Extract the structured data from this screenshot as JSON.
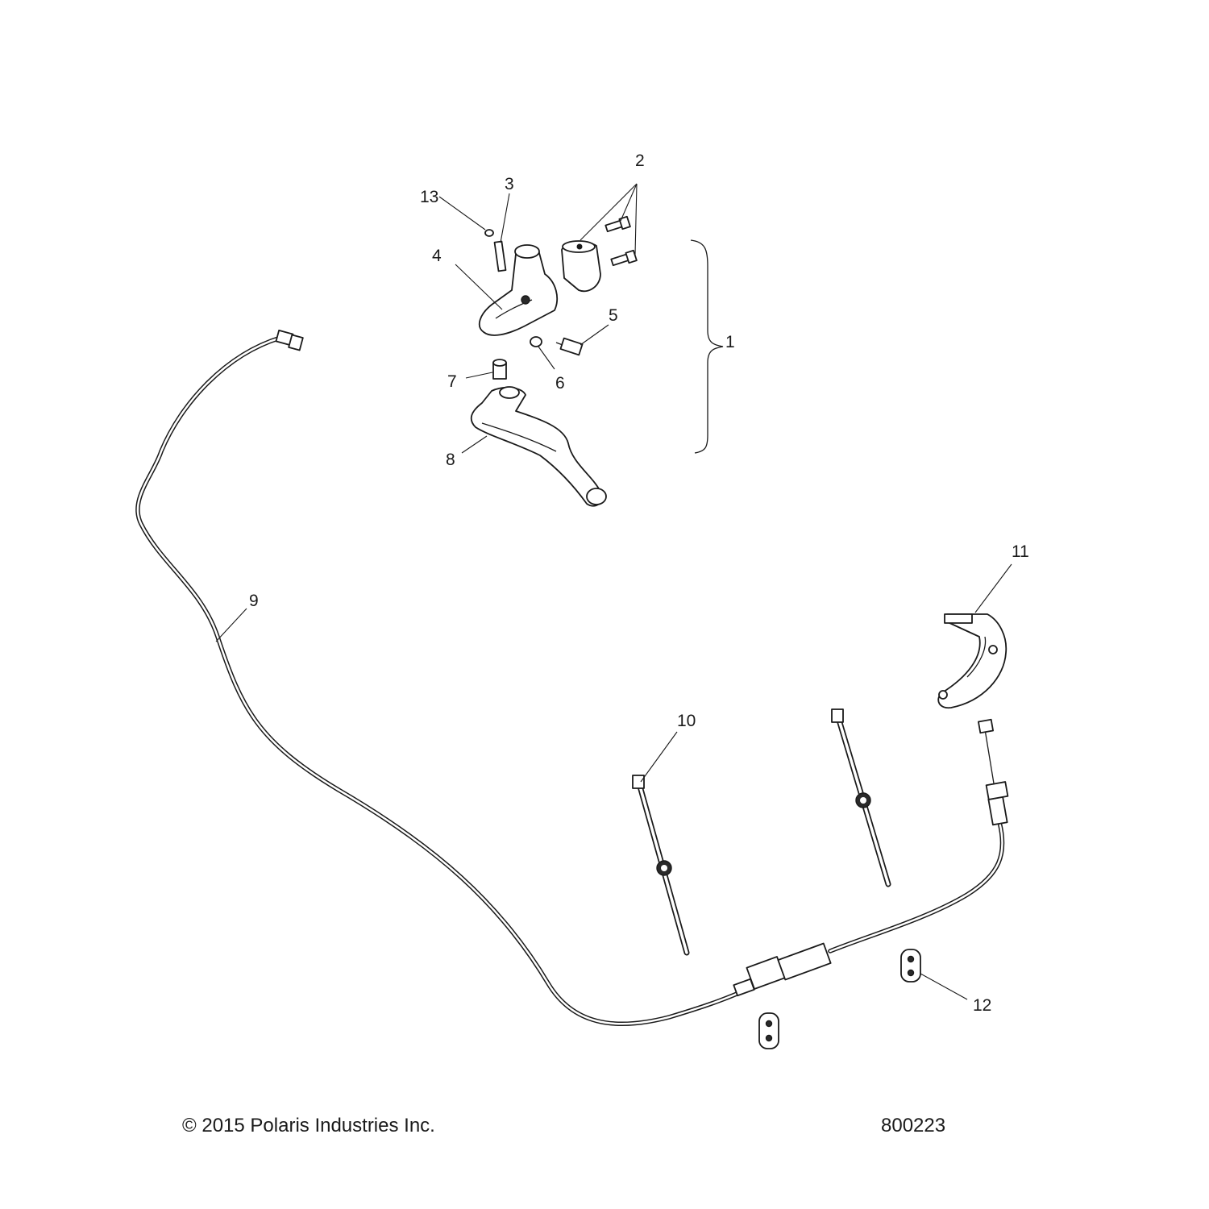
{
  "callouts": {
    "c1": "1",
    "c2": "2",
    "c3": "3",
    "c4": "4",
    "c5": "5",
    "c6": "6",
    "c7": "7",
    "c8": "8",
    "c9": "9",
    "c10": "10",
    "c11": "11",
    "c12": "12",
    "c13": "13"
  },
  "footer": {
    "copyright": "© 2015 Polaris Industries Inc.",
    "drawing_number": "800223"
  }
}
